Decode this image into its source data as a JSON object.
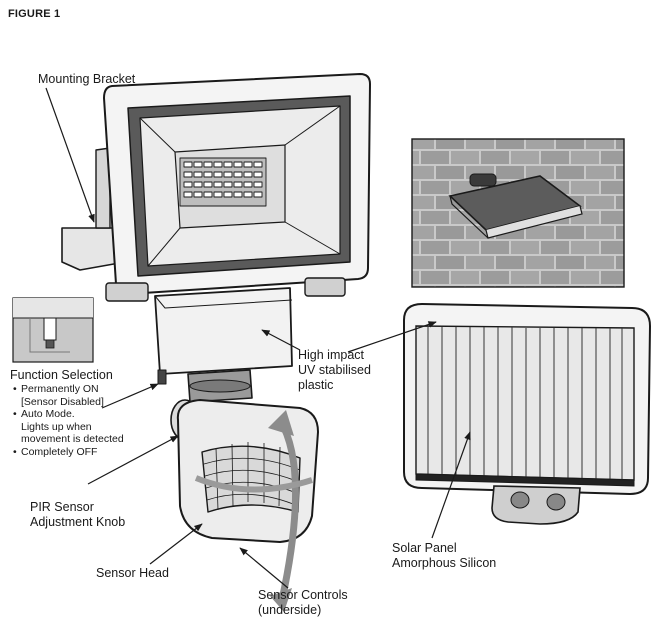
{
  "figure_title": "FIGURE 1",
  "labels": {
    "mounting_bracket": "Mounting Bracket",
    "function_selection": "Function Selection",
    "high_impact": [
      "High impact",
      "UV stabilised",
      "plastic"
    ],
    "pir_sensor": [
      "PIR Sensor",
      "Adjustment Knob"
    ],
    "sensor_head": "Sensor Head",
    "sensor_controls": [
      "Sensor Controls",
      "(underside)"
    ],
    "solar_panel": [
      "Solar Panel",
      "Amorphous Silicon"
    ]
  },
  "function_options": [
    [
      "Permanently ON",
      "[Sensor Disabled]"
    ],
    [
      "Auto Mode.",
      "Lights up when",
      "movement is detected"
    ],
    [
      "Completely OFF"
    ]
  ]
}
